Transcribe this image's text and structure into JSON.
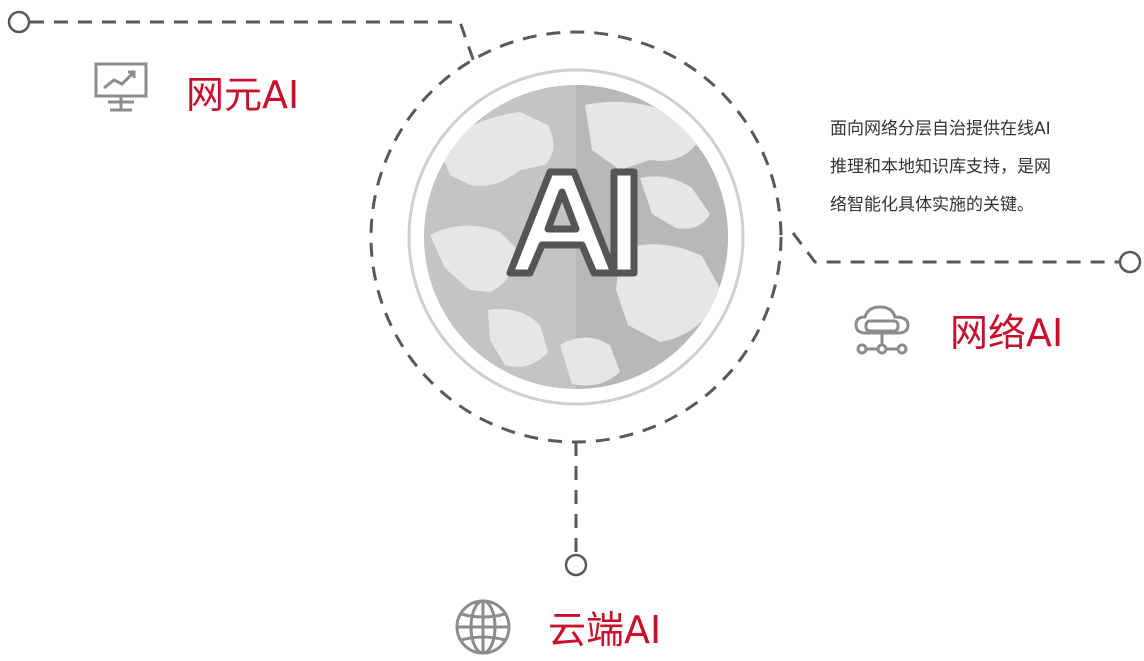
{
  "center": {
    "label": "AI"
  },
  "nodes": [
    {
      "id": "ne",
      "label": "网元AI",
      "icon": "monitor-chart-icon"
    },
    {
      "id": "net",
      "label": "网络AI",
      "icon": "cloud-network-icon"
    },
    {
      "id": "cloud",
      "label": "云端AI",
      "icon": "globe-icon"
    }
  ],
  "description": {
    "lines": [
      "面向网络分层自治提供在线AI",
      "推理和本地知识库支持，是网",
      "络智能化具体实施的关键。"
    ]
  },
  "colors": {
    "accent": "#c8102e",
    "line": "#595959",
    "icon": "#8c8c8c"
  }
}
